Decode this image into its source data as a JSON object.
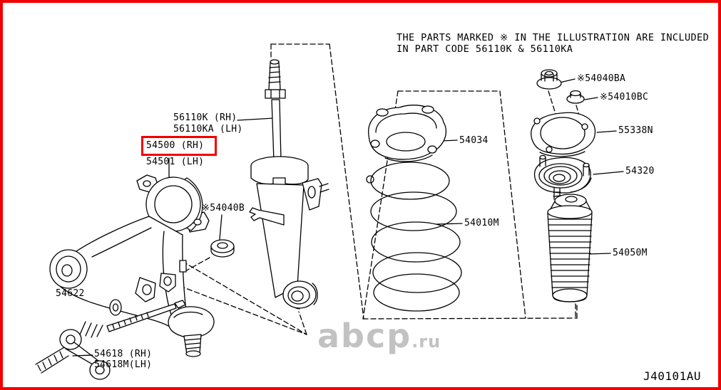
{
  "note": {
    "line1": "THE PARTS MARKED ※ IN THE ILLUSTRATION ARE INCLUDED",
    "line2": "IN PART CODE 56110K & 56110KA"
  },
  "parts": {
    "strut_rh": "56110K (RH)",
    "strut_lh": "56110KA (LH)",
    "knuckle_rh": "54500 (RH)",
    "knuckle_lh": "54501 (LH)",
    "nut_b": "※54040B",
    "bolt": "54622",
    "stab_link_rh": "54618 (RH)",
    "stab_link_lh": "54618M(LH)",
    "spring_seat": "54034",
    "coil_spring": "54010M",
    "nut_ba": "※54040BA",
    "nut_bc": "※54010BC",
    "plate": "55338N",
    "strut_mount": "54320",
    "boot": "54050M"
  },
  "footer": {
    "code": "J40101AU"
  },
  "watermark": {
    "main": "abcp",
    "suffix": ".ru"
  },
  "colors": {
    "frame": "#f20000",
    "highlight": "#f20000",
    "line": "#000000",
    "watermark": "#c2c2c2"
  }
}
